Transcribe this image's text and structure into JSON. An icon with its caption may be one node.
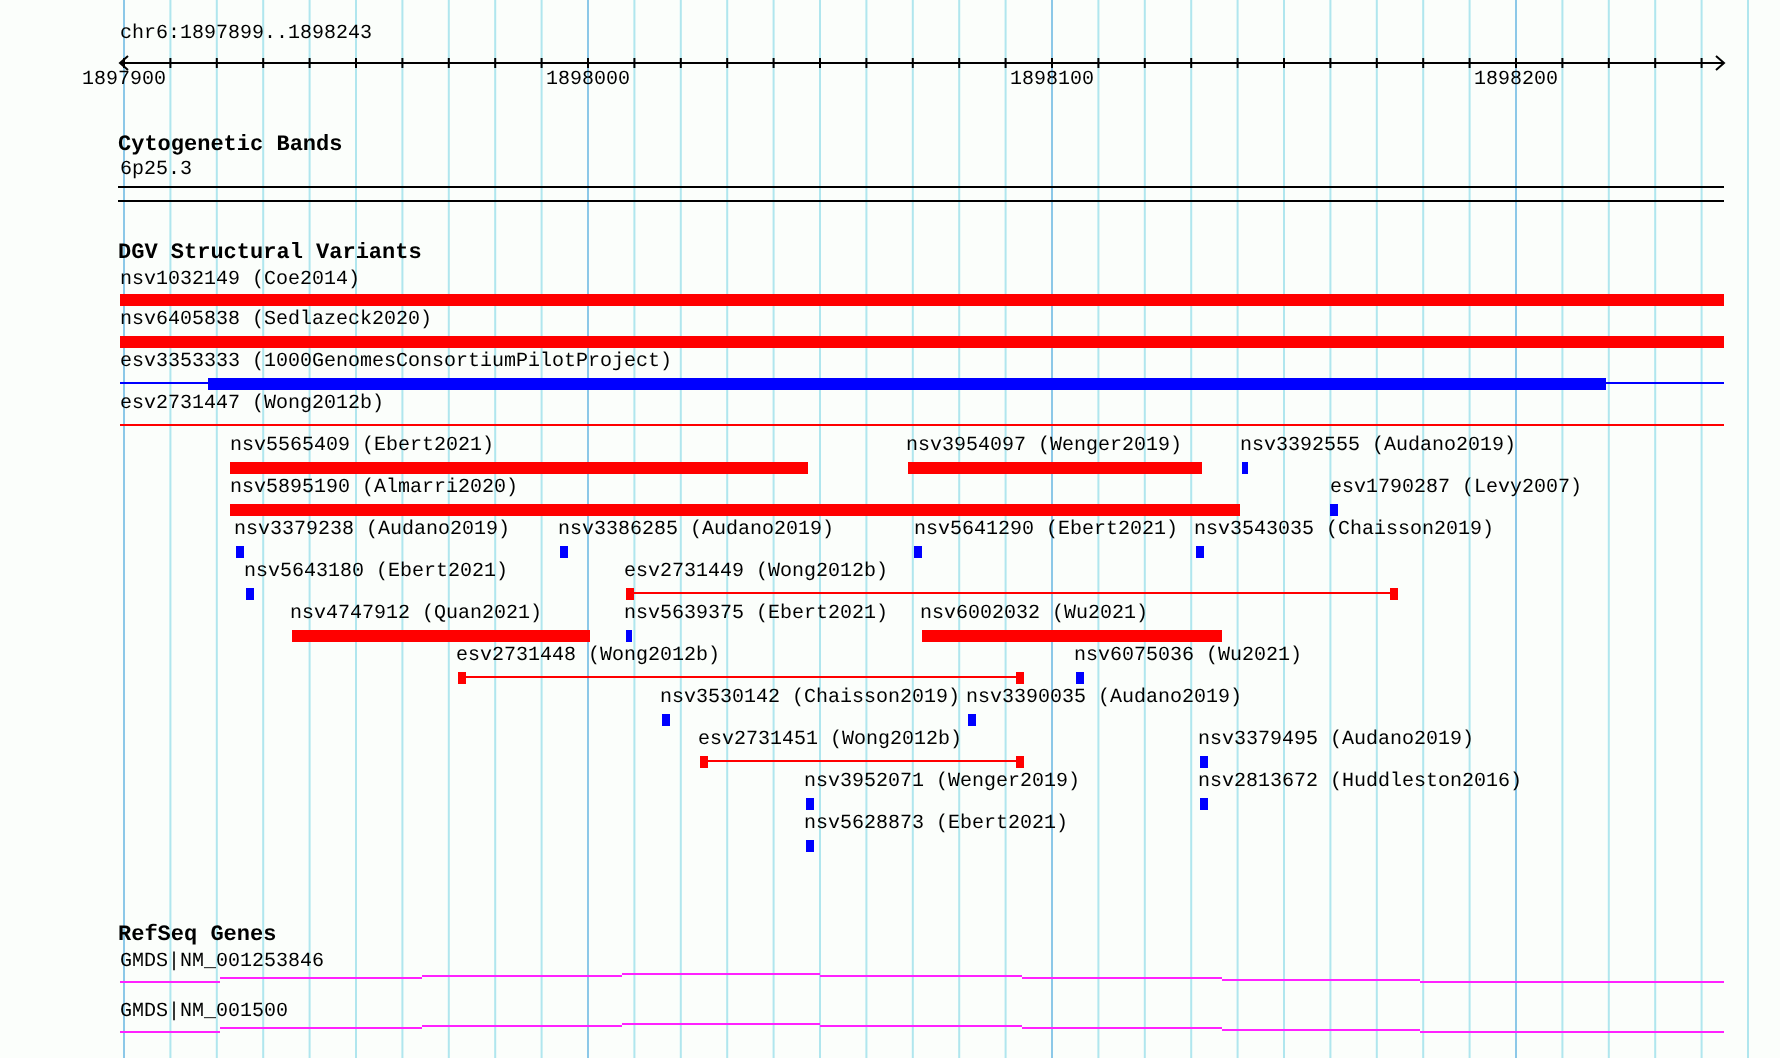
{
  "diagram": {
    "labels": [
      "chr6:1897899..1898243",
      "1897900",
      "1898000",
      "1898100",
      "1898200",
      "Cytogenetic Bands",
      "6p25.3",
      "DGV Structural Variants",
      "nsv1032149 (Coe2014)",
      "nsv6405838 (Sedlazeck2020)",
      "esv3353333 (1000GenomesConsortiumPilotProject)",
      "esv2731447 (Wong2012b)",
      "nsv5565409 (Ebert2021)",
      "nsv3954097 (Wenger2019)",
      "nsv3392555 (Audano2019)",
      "nsv5895190 (Almarri2020)",
      "esv1790287 (Levy2007)",
      "nsv3379238 (Audano2019)",
      "nsv3386285 (Audano2019)",
      "nsv5641290 (Ebert2021)",
      "nsv3543035 (Chaisson2019)",
      "nsv5643180 (Ebert2021)",
      "esv2731449 (Wong2012b)",
      "nsv4747912 (Quan2021)",
      "nsv5639375 (Ebert2021)",
      "nsv6002032 (Wu2021)",
      "esv2731448 (Wong2012b)",
      "nsv6075036 (Wu2021)",
      "nsv3530142 (Chaisson2019)",
      "nsv3390035 (Audano2019)",
      "esv2731451 (Wong2012b)",
      "nsv3379495 (Audano2019)",
      "nsv3952071 (Wenger2019)",
      "nsv2813672 (Huddleston2016)",
      "nsv5628873 (Ebert2021)",
      "RefSeq Genes",
      "GMDS|NM_001253846",
      "GMDS|NM_001500"
    ]
  }
}
